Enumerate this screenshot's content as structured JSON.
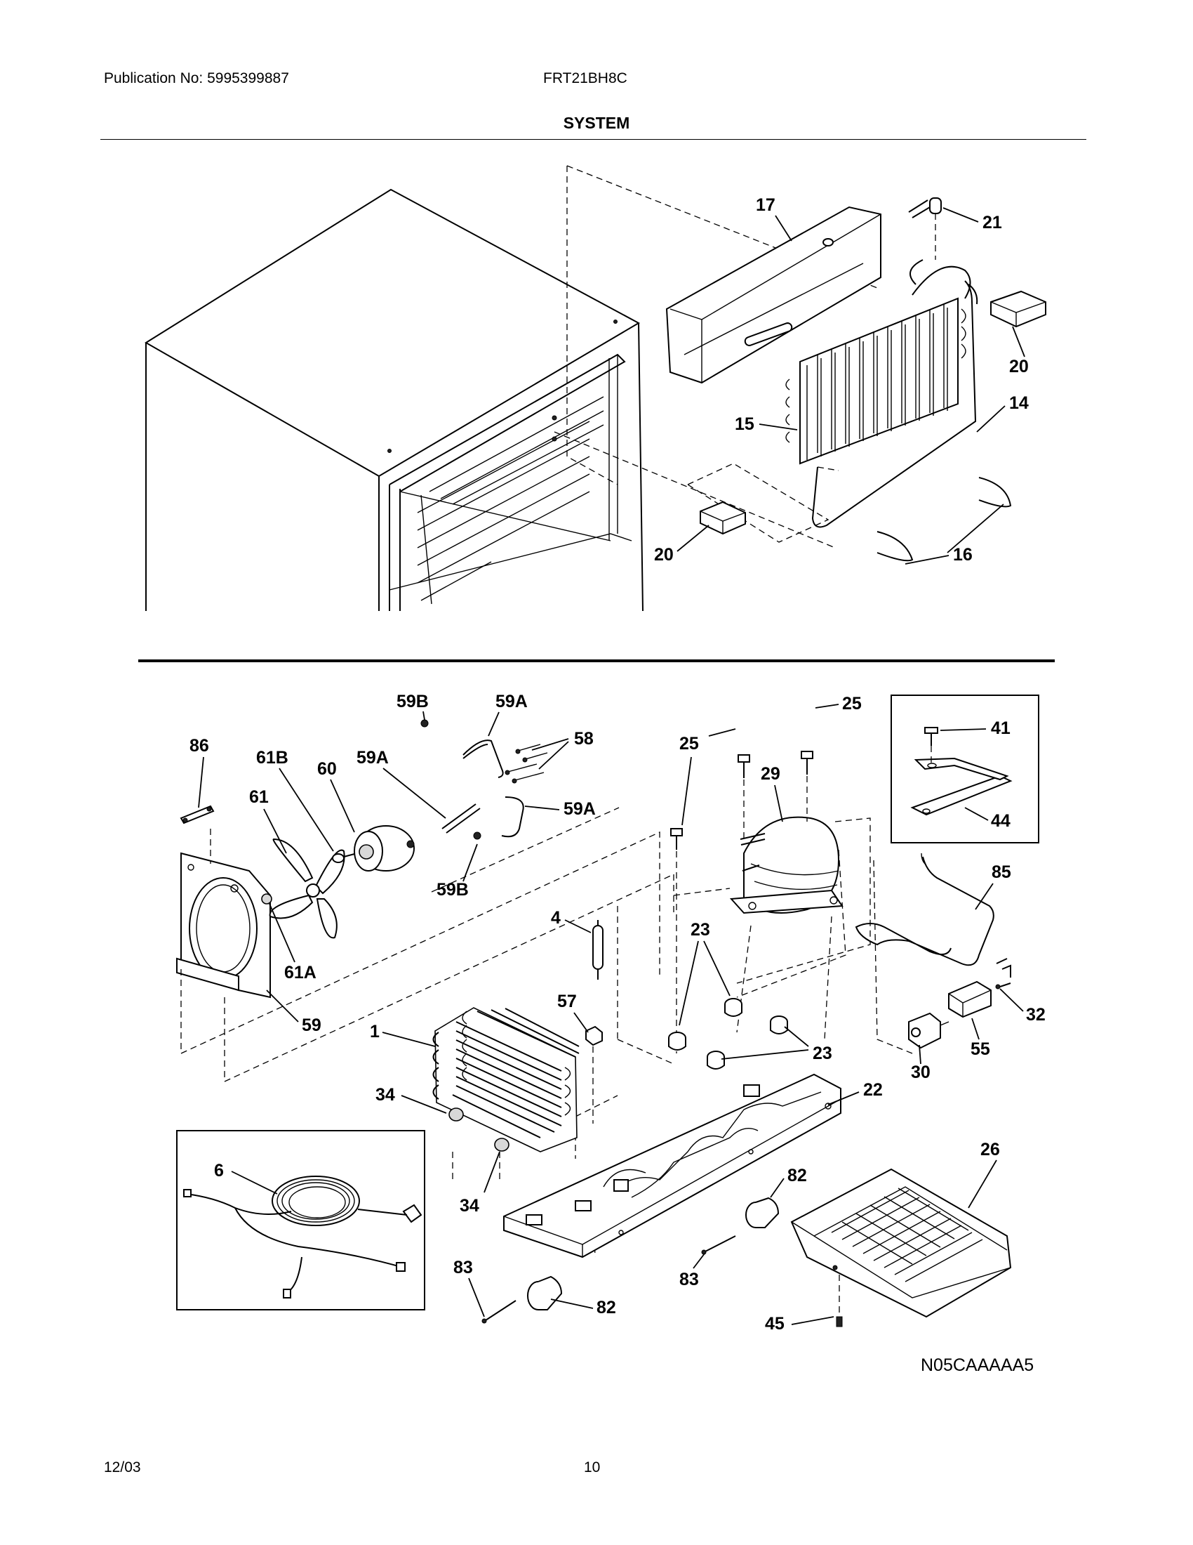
{
  "header": {
    "publication": "Publication No: 5995399887",
    "model": "FRT21BH8C",
    "section_title": "SYSTEM"
  },
  "footer": {
    "date": "12/03",
    "page": "10"
  },
  "diagram": {
    "figure_code": "N05CAAAAA5",
    "callouts": {
      "c17": "17",
      "c21": "21",
      "c20a": "20",
      "c14": "14",
      "c15": "15",
      "c20b": "20",
      "c16": "16",
      "c59b_top": "59B",
      "c59a_top": "59A",
      "c86": "86",
      "c61b": "61B",
      "c60": "60",
      "c59a_mid": "59A",
      "c58": "58",
      "c61": "61",
      "c59a_right": "59A",
      "c59b_bot": "59B",
      "c61a": "61A",
      "c59": "59",
      "c25a": "25",
      "c25b": "25",
      "c29": "29",
      "c41": "41",
      "c44": "44",
      "c85": "85",
      "c4": "4",
      "c23a": "23",
      "c57": "57",
      "c1": "1",
      "c32": "32",
      "c30": "30",
      "c55": "55",
      "c23b": "23",
      "c34a": "34",
      "c22": "22",
      "c6": "6",
      "c26": "26",
      "c82a": "82",
      "c34b": "34",
      "c83a": "83",
      "c83b": "83",
      "c82b": "82",
      "c45": "45"
    }
  }
}
